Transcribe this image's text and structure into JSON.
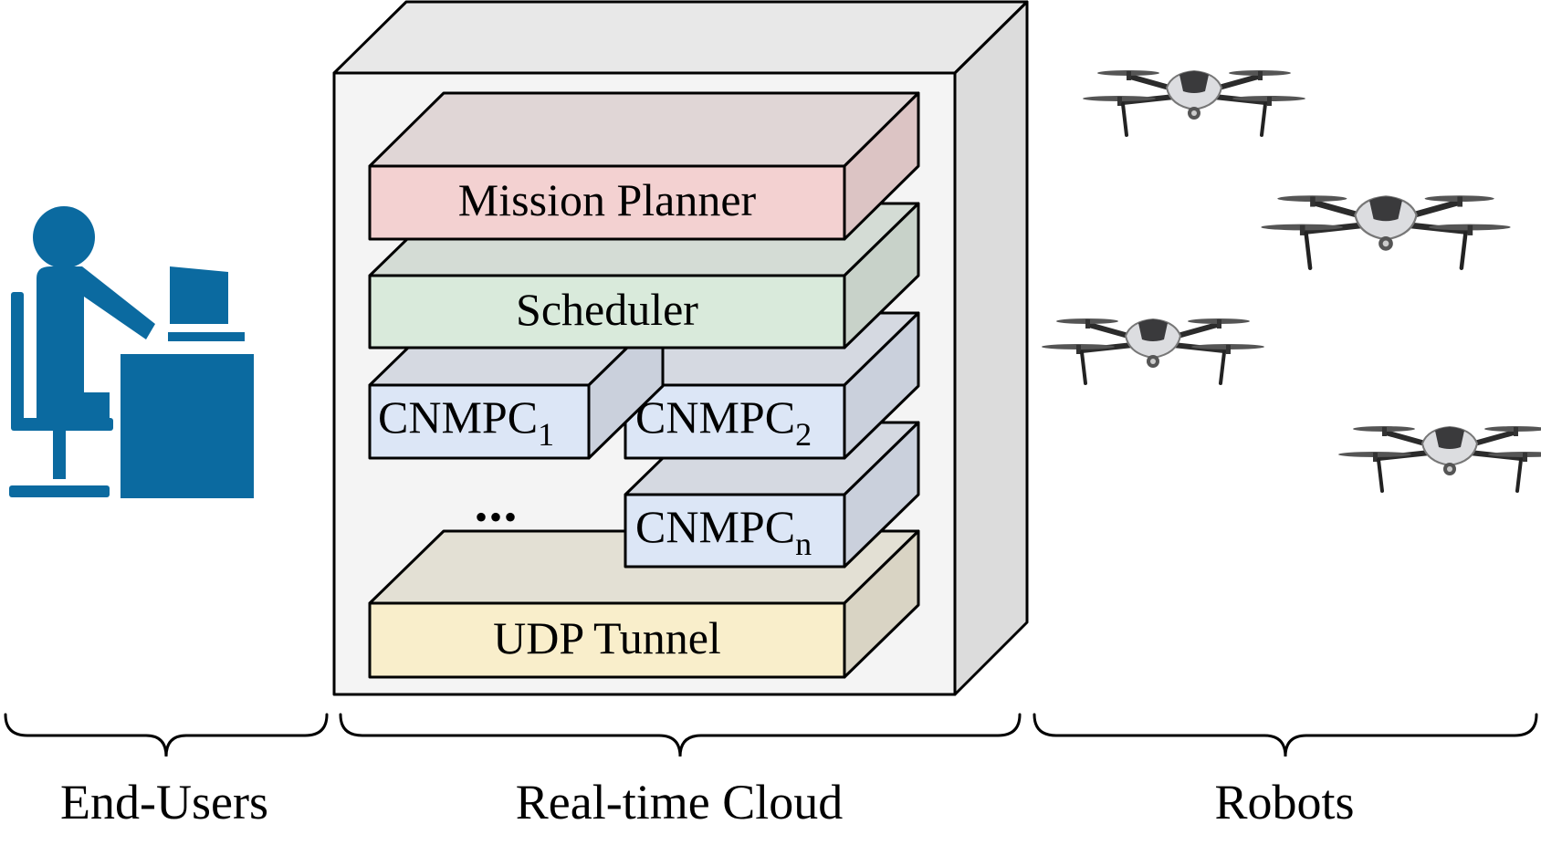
{
  "colors": {
    "user_icon": "#0b6aa0",
    "mission_planner": "#f3d1d1",
    "scheduler": "#d9eadb",
    "cnmpc": "#dce6f6",
    "udp_tunnel": "#f9eecb",
    "cloud_box": "#f4f4f4",
    "outline": "#000000"
  },
  "cloud": {
    "layers": {
      "mission_planner": "Mission Planner",
      "scheduler": "Scheduler",
      "udp_tunnel": "UDP Tunnel"
    },
    "cnmpc": [
      {
        "base": "CNMPC",
        "sub": "1"
      },
      {
        "base": "CNMPC",
        "sub": "2"
      },
      {
        "base": "CNMPC",
        "sub": "n"
      }
    ],
    "ellipsis": "•••"
  },
  "groups": {
    "end_users": "End-Users",
    "cloud": "Real-time Cloud",
    "robots": "Robots"
  },
  "icons": {
    "user": "user-at-desk-icon",
    "robot": "quadcopter-drone-icon"
  }
}
